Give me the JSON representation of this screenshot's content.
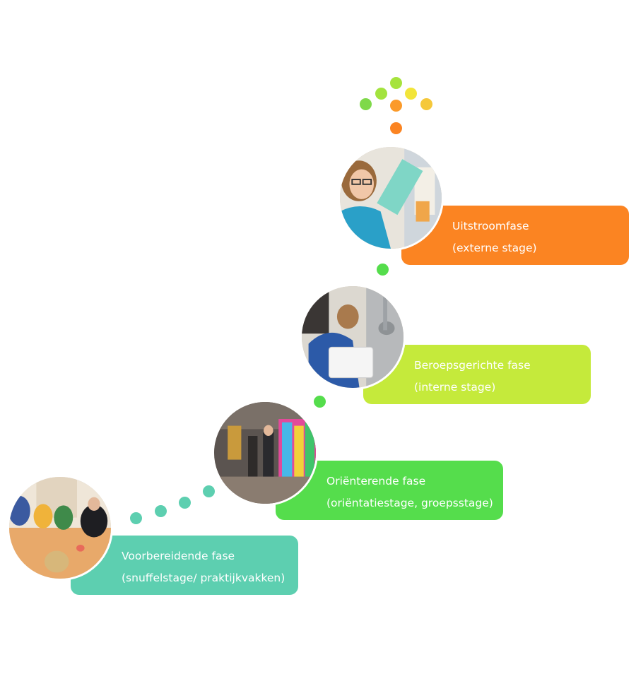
{
  "colors": {
    "orange": "#fb8422",
    "lime": "#c5ea3b",
    "green": "#55dd4c",
    "teal": "#5dcfb0",
    "yellow": "#f2e53a",
    "gold": "#f5c83a",
    "light_green": "#9fe33e"
  },
  "phases": [
    {
      "title": "Uitstroomfase",
      "subtitle": "(externe stage)"
    },
    {
      "title": "Beroepsgerichte fase",
      "subtitle": "(interne stage)"
    },
    {
      "title": "Oriënterende fase",
      "subtitle": "(oriëntatiestage, groepsstage)"
    },
    {
      "title": "Voorbereidende fase",
      "subtitle": "(snuffelstage/ praktijkvakken)"
    }
  ]
}
